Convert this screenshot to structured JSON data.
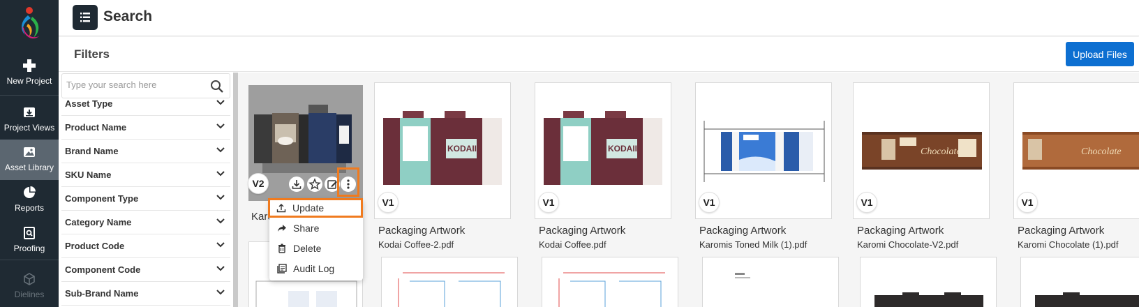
{
  "header": {
    "title": "Search"
  },
  "rail": {
    "items": [
      {
        "label": "New Project",
        "icon": "plus-icon"
      },
      {
        "label": "Project Views",
        "icon": "download-box-icon"
      },
      {
        "label": "Asset Library",
        "icon": "image-icon"
      },
      {
        "label": "Reports",
        "icon": "pie-chart-icon"
      },
      {
        "label": "Proofing",
        "icon": "proof-search-icon"
      },
      {
        "label": "Dielines",
        "icon": "cube-icon"
      }
    ]
  },
  "filters": {
    "title": "Filters",
    "search_placeholder": "Type your search here",
    "items": [
      "Asset Type",
      "Product Name",
      "Brand Name",
      "SKU Name",
      "Component Type",
      "Category Name",
      "Product Code",
      "Component Code",
      "Sub-Brand Name"
    ]
  },
  "toolbar": {
    "upload_label": "Upload Files"
  },
  "assets": [
    {
      "version": "V2",
      "type": "",
      "name": "Karo"
    },
    {
      "version": "V1",
      "type": "Packaging Artwork",
      "name": "Kodai Coffee-2.pdf"
    },
    {
      "version": "V1",
      "type": "Packaging Artwork",
      "name": "Kodai Coffee.pdf"
    },
    {
      "version": "V1",
      "type": "Packaging Artwork",
      "name": "Karomis Toned Milk (1).pdf"
    },
    {
      "version": "V1",
      "type": "Packaging Artwork",
      "name": "Karomi Chocolate-V2.pdf"
    },
    {
      "version": "V1",
      "type": "Packaging Artwork",
      "name": "Karomi Chocolate (1).pdf"
    }
  ],
  "context_menu": {
    "items": [
      {
        "label": "Update",
        "icon": "upload-icon"
      },
      {
        "label": "Share",
        "icon": "share-icon"
      },
      {
        "label": "Delete",
        "icon": "trash-icon"
      },
      {
        "label": "Audit Log",
        "icon": "list-icon"
      }
    ]
  },
  "colors": {
    "rail": "#1f2a33",
    "accent": "#0d6fd1",
    "highlight": "#f07b1f"
  }
}
